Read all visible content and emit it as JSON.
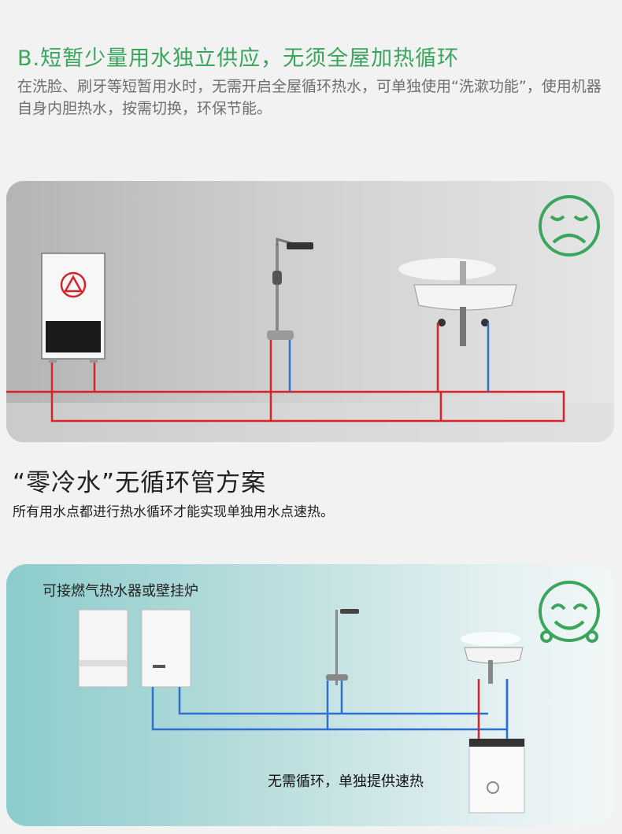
{
  "section_b": {
    "title": "B.短暂少量用水独立供应，无须全屋加热循环",
    "description": "在洗脸、刷牙等短暂用水时，无需开启全屋循环热水，可单独使用“洗漱功能”，使用机器自身内胆热水，按需切换，环保节能。"
  },
  "section_c": {
    "title": "“零冷水”无循环管方案",
    "description": "所有用水点都进行热水循环才能实现单独用水点速热。"
  },
  "panel_two": {
    "boiler_label": "可接燃气热水器或壁挂炉",
    "no_loop_label": "无需循环，单独提供速热"
  },
  "colors": {
    "accent_green": "#3aa55c",
    "hot_pipe": "#d8232a",
    "cold_pipe": "#2f6fd1"
  },
  "icons": {
    "sad": "sad-face-icon",
    "happy": "happy-face-icon",
    "warning": "warning-triangle-icon"
  }
}
